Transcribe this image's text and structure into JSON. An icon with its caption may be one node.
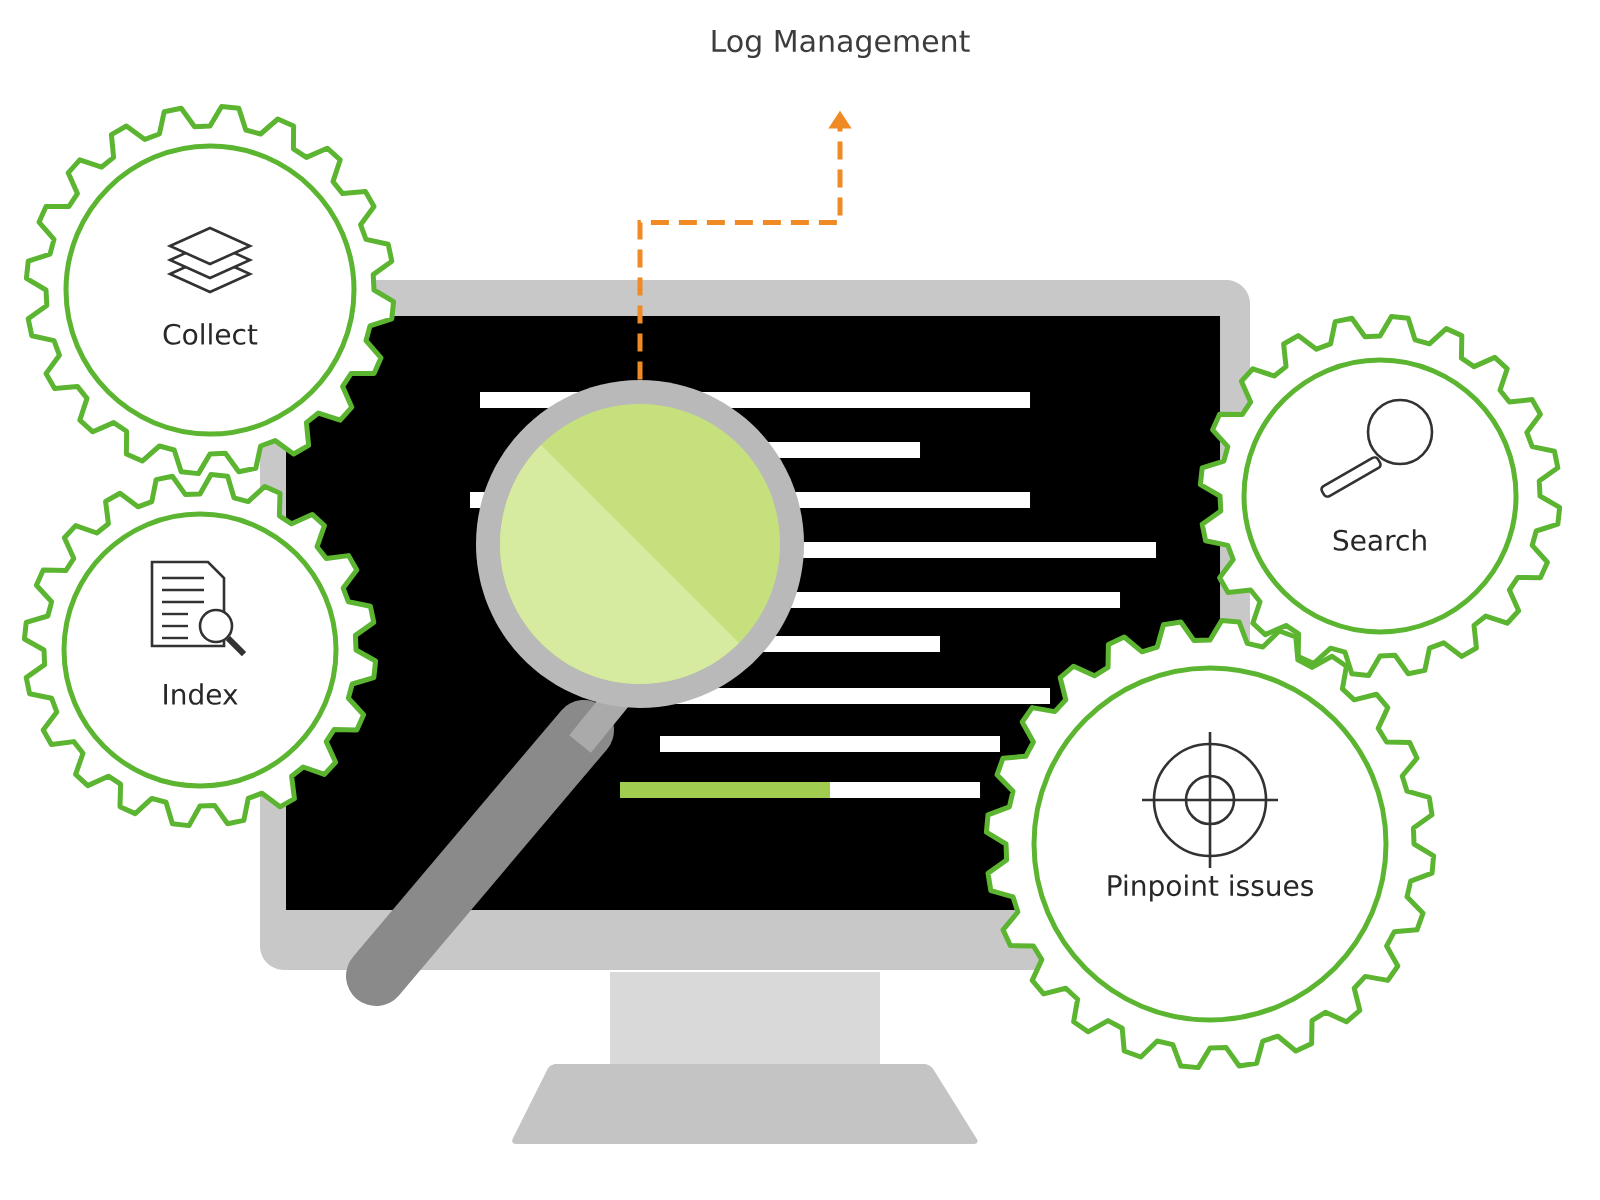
{
  "diagram": {
    "nodes": [
      {
        "text": [
          "Log Management"
        ]
      },
      {
        "text": [],
        "shape": "picture"
      },
      {
        "text": [
          "Collect"
        ]
      },
      {
        "text": [
          "Index"
        ]
      },
      {
        "text": [
          "Search"
        ]
      },
      {
        "text": [
          "Pinpoint issues"
        ]
      }
    ],
    "edges": [
      {
        "from": 1,
        "to": 0,
        "arrow": "to",
        "style": "dashed",
        "color": "#f08a24"
      }
    ]
  }
}
